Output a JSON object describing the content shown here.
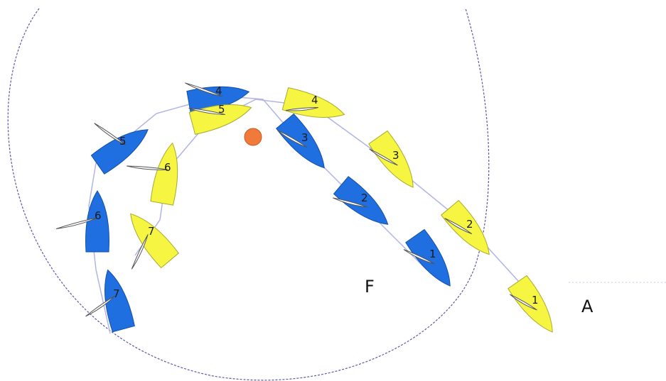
{
  "labels": {
    "left_boat": "F",
    "right_boat": "A"
  },
  "colors": {
    "blue_boat": "#1f6fe0",
    "yellow_boat": "#f5f542",
    "circle": "#5a5aa8",
    "track": "#b0b4e8",
    "mark": "#f07a3a"
  },
  "boats": {
    "blue": [
      {
        "n": "1"
      },
      {
        "n": "2"
      },
      {
        "n": "3"
      },
      {
        "n": "4"
      },
      {
        "n": "5"
      },
      {
        "n": "6"
      },
      {
        "n": "7"
      }
    ],
    "yellow": [
      {
        "n": "1"
      },
      {
        "n": "2"
      },
      {
        "n": "3"
      },
      {
        "n": "4"
      },
      {
        "n": "5"
      },
      {
        "n": "6"
      },
      {
        "n": "7"
      }
    ]
  }
}
